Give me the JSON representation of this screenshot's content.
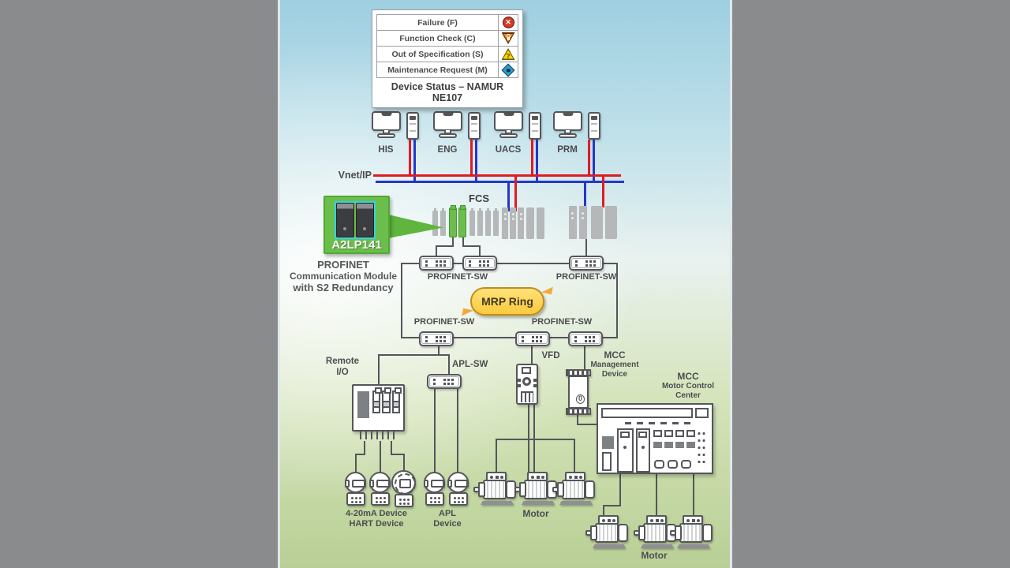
{
  "legend": {
    "caption": "Device Status – NAMUR NE107",
    "rows": [
      {
        "label": "Failure (F)",
        "icon": "failure-circle-icon",
        "color": "#d63a26"
      },
      {
        "label": "Function Check (C)",
        "icon": "function-check-triangle-icon",
        "color": "#e8821e"
      },
      {
        "label": "Out of Specification (S)",
        "icon": "out-of-spec-triangle-icon",
        "color": "#ffd400"
      },
      {
        "label": "Maintenance Request (M)",
        "icon": "maintenance-diamond-icon",
        "color": "#2e9fd4"
      }
    ]
  },
  "stations": [
    {
      "label": "HIS"
    },
    {
      "label": "ENG"
    },
    {
      "label": "UACS"
    },
    {
      "label": "PRM"
    }
  ],
  "network": {
    "bus_label": "Vnet/IP",
    "controller_label": "FCS",
    "switch_label": "PROFINET-SW",
    "ring_label": "MRP Ring"
  },
  "module": {
    "model": "A2LP141",
    "desc": [
      "PROFINET",
      "Communication Module",
      "with S2 Redundancy"
    ]
  },
  "field": {
    "remote_io": [
      "Remote",
      "I/O"
    ],
    "apl_sw": "APL-SW",
    "vfd": "VFD",
    "mcc_mgmt": [
      "MCC",
      "Management",
      "Device"
    ],
    "mcc": [
      "MCC",
      "Motor Control",
      "Center"
    ],
    "analog": [
      "4-20mA Device",
      "HART Device"
    ],
    "apl_device": [
      "APL",
      "Device"
    ],
    "motor": "Motor"
  },
  "colors": {
    "wire": "#54565a",
    "vnet_red": "#e01b22",
    "vnet_blue": "#2438c8",
    "highlight_green": "#6cbe4c",
    "ring_yellow": "#fbc93c"
  }
}
